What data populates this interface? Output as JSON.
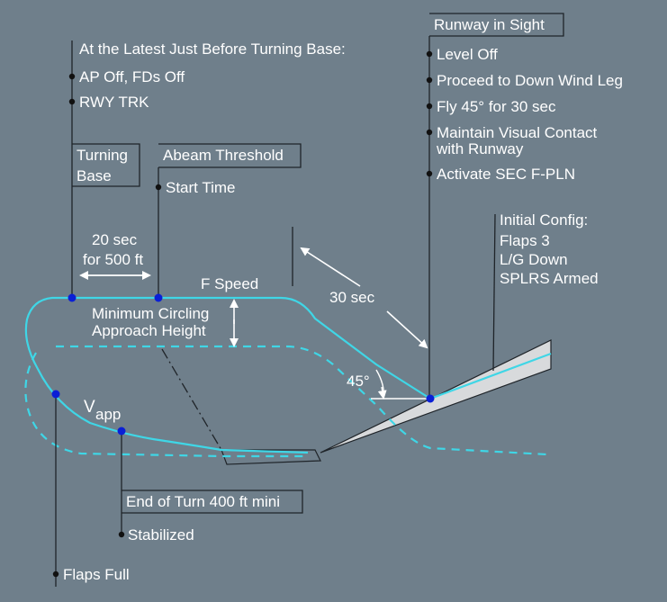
{
  "colors": {
    "background": "#6f7f8b",
    "path_cyan": "#3fd6e6",
    "marker_blue": "#0a1fd6",
    "line_dark": "#1f2429",
    "text": "#ffffff",
    "runway_fill": "#d8dadc"
  },
  "notes": {
    "before_base_title": "At the Latest Just Before Turning Base:",
    "before_base_items": [
      "AP Off, FDs Off",
      "RWY TRK"
    ],
    "turning_base_line1": "Turning",
    "turning_base_line2": "Base",
    "abeam_threshold": "Abeam Threshold",
    "start_time": "Start Time",
    "twenty_sec_line1": "20 sec",
    "twenty_sec_line2": "for 500 ft",
    "f_speed": "F Speed",
    "min_circling_line1": "Minimum Circling",
    "min_circling_line2": "Approach Height",
    "thirty_sec": "30 sec",
    "angle": "45°",
    "vapp_main": "V",
    "vapp_sub": "app",
    "end_of_turn": "End of Turn 400 ft mini",
    "stabilized": "Stabilized",
    "flaps_full": "Flaps Full",
    "runway_in_sight": "Runway in Sight",
    "runway_items": [
      "Level Off",
      "Proceed to Down Wind Leg",
      "Fly 45° for 30 sec",
      "Maintain Visual Contact",
      "with Runway",
      "Activate SEC F-PLN"
    ],
    "initial_config_title": "Initial Config:",
    "initial_config_items": [
      "Flaps 3",
      "L/G Down",
      "SPLRS Armed"
    ]
  }
}
